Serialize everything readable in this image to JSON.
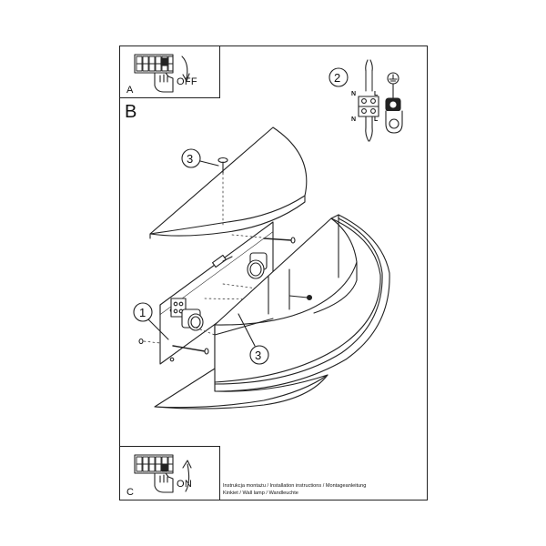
{
  "panels": {
    "a": {
      "letter": "A",
      "state": "OFF"
    },
    "c": {
      "letter": "C",
      "state": "ON"
    }
  },
  "main_step": {
    "letter": "B"
  },
  "callouts": {
    "one": "1",
    "two": "2",
    "three_top": "3",
    "three_bottom": "3"
  },
  "wiring": {
    "n_top": "N",
    "l_top": "L",
    "n_bottom": "N",
    "l_bottom": "L"
  },
  "caption": {
    "line1": "Instrukcja montażu / Installation instructions / Montageanleitung",
    "line2": "Kinkiet  / Wall lamp / Wandleuchte"
  },
  "icons": [
    "switch-off-icon",
    "switch-on-icon",
    "terminal-block-icon",
    "earth-ground-icon",
    "screw-icon",
    "bulb-socket-icon"
  ]
}
